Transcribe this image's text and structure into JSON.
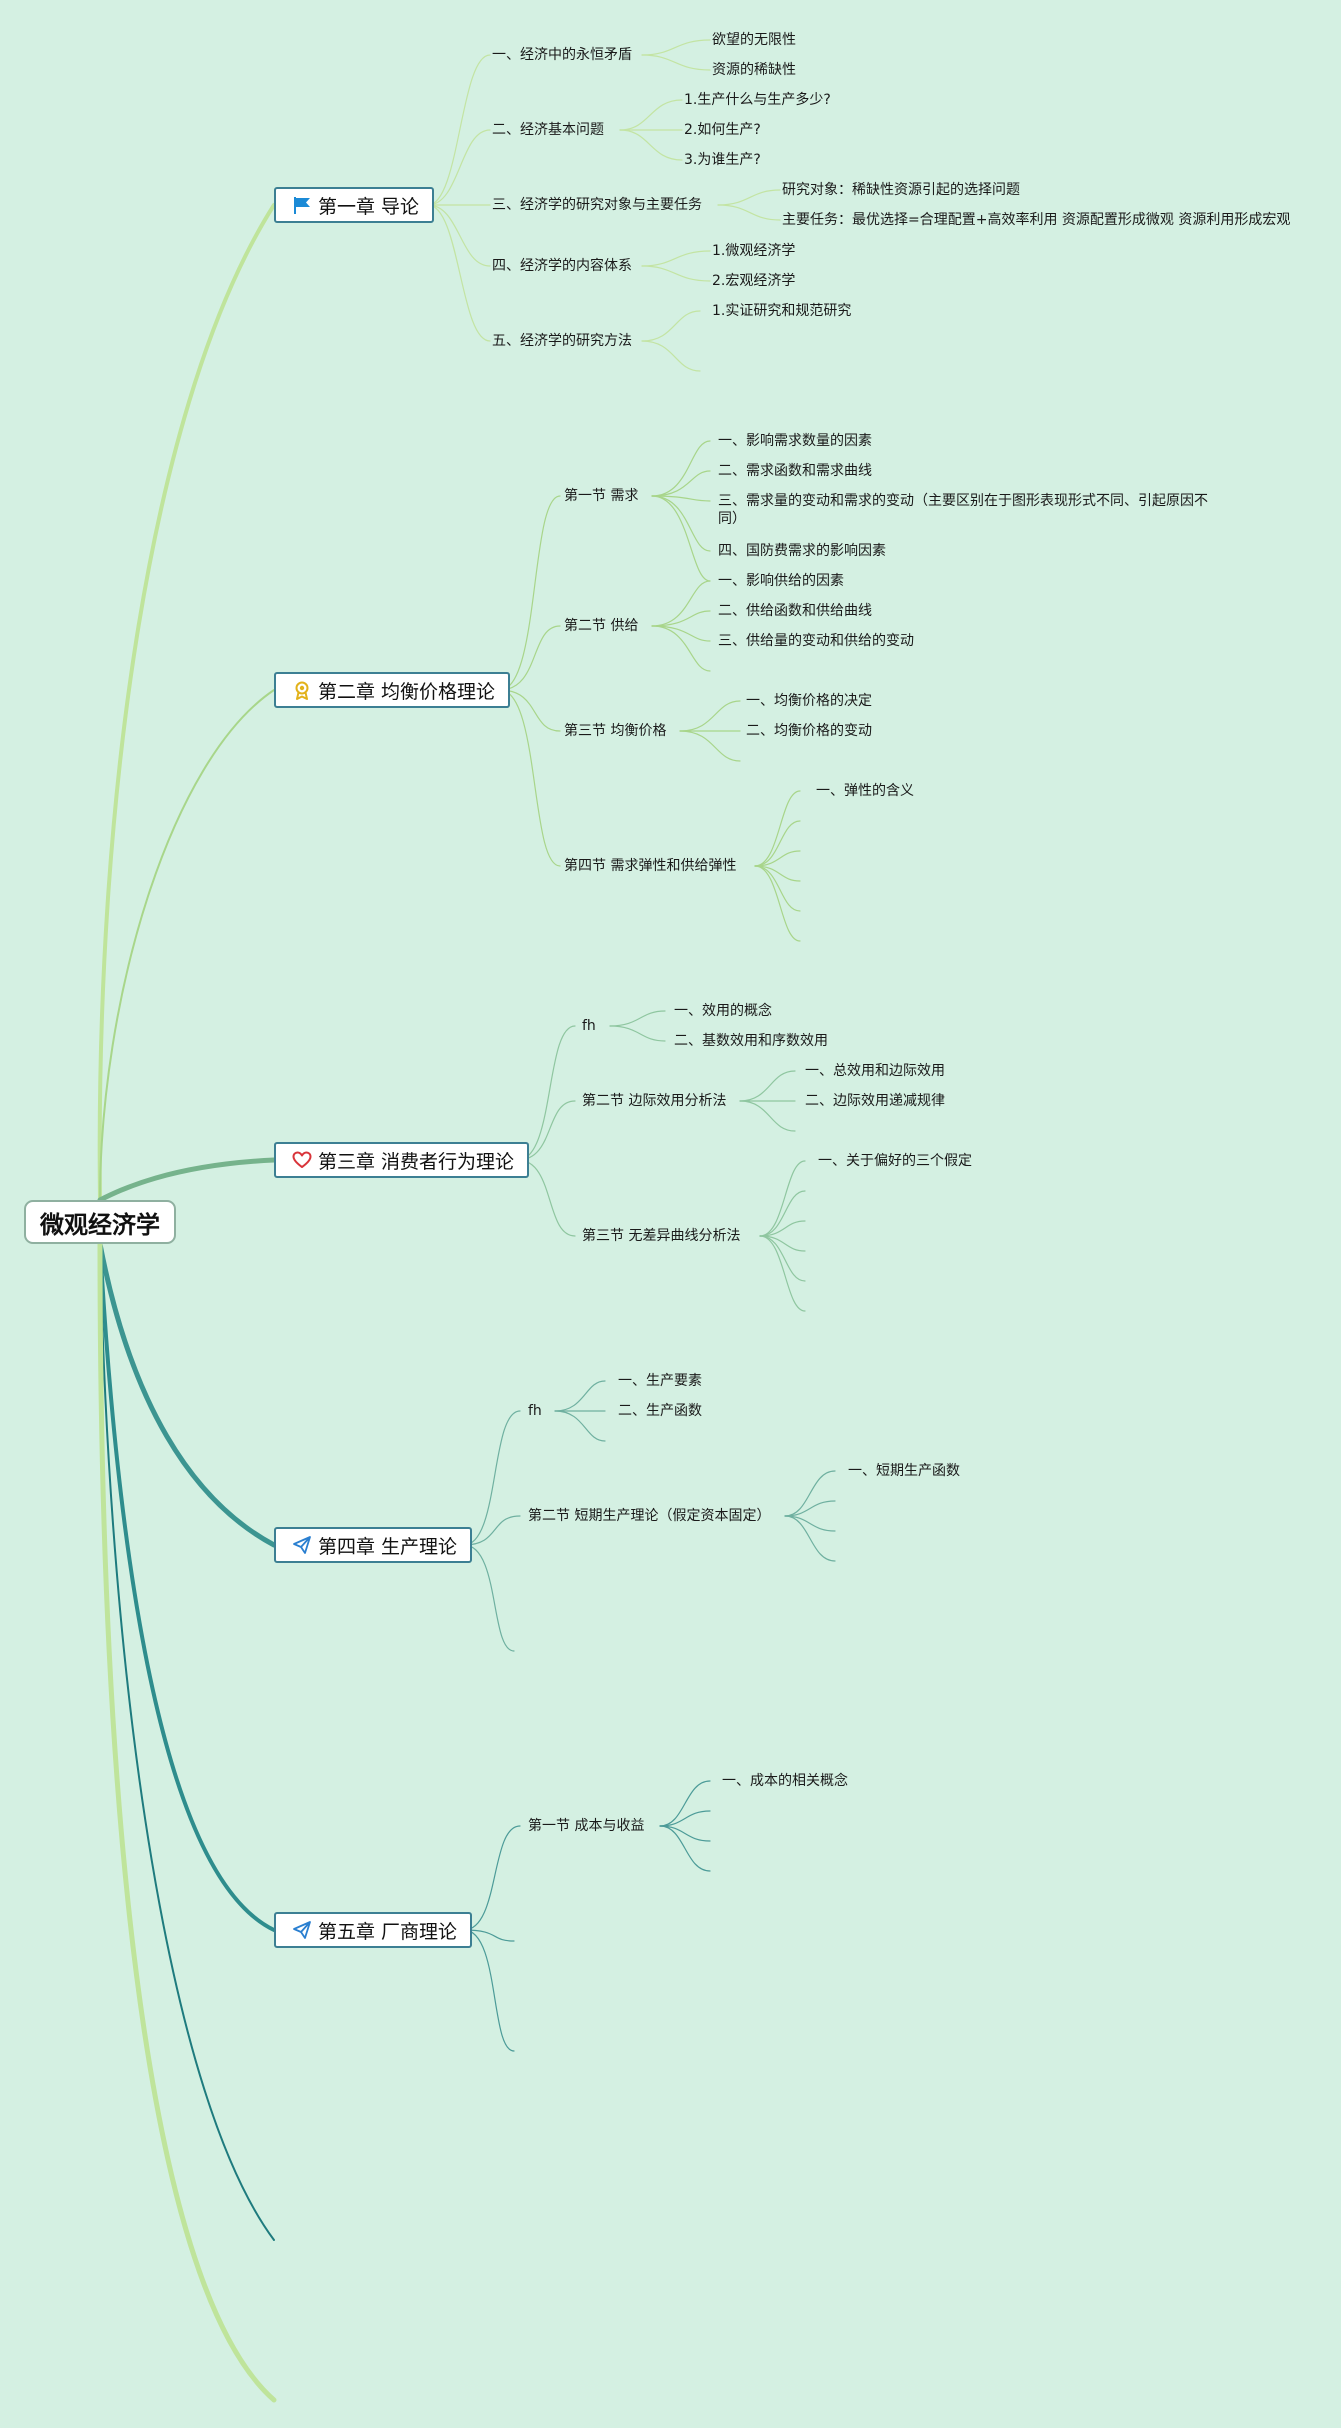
{
  "root": "微观经济学",
  "chapters": [
    {
      "label": "第一章 导论",
      "icon": "flag-icon"
    },
    {
      "label": "第二章 均衡价格理论",
      "icon": "award-icon"
    },
    {
      "label": "第三章 消费者行为理论",
      "icon": "heart-icon"
    },
    {
      "label": "第四章 生产理论",
      "icon": "paper-plane-icon"
    },
    {
      "label": "第五章 厂商理论",
      "icon": "paper-plane-icon"
    }
  ],
  "ch1": {
    "topics": [
      "一、经济中的永恒矛盾",
      "二、经济基本问题",
      "三、经济学的研究对象与主要任务",
      "四、经济学的内容体系",
      "五、经济学的研究方法"
    ],
    "t1": [
      "欲望的无限性",
      "资源的稀缺性"
    ],
    "t2": [
      "1.生产什么与生产多少?",
      "2.如何生产?",
      "3.为谁生产?"
    ],
    "t3": [
      "研究对象：稀缺性资源引起的选择问题",
      "主要任务：最优选择=合理配置+高效率利用 资源配置形成微观 资源利用形成宏观"
    ],
    "t4": [
      "1.微观经济学",
      "2.宏观经济学"
    ],
    "t5": [
      "1.实证研究和规范研究"
    ]
  },
  "ch2": {
    "sections": [
      "第一节 需求",
      "第二节 供给",
      "第三节 均衡价格",
      "第四节 需求弹性和供给弹性"
    ],
    "s1": [
      "一、影响需求数量的因素",
      "二、需求函数和需求曲线",
      "三、需求量的变动和需求的变动（主要区别在于图形表现形式不同、引起原因不同）",
      "四、国防费需求的影响因素"
    ],
    "s2": [
      "一、影响供给的因素",
      "二、供给函数和供给曲线",
      "三、供给量的变动和供给的变动"
    ],
    "s3": [
      "一、均衡价格的决定",
      "二、均衡价格的变动"
    ],
    "s4": [
      "一、弹性的含义"
    ]
  },
  "ch3": {
    "sections": [
      "fh",
      "第二节 边际效用分析法",
      "第三节 无差异曲线分析法"
    ],
    "s1": [
      "一、效用的概念",
      "二、基数效用和序数效用"
    ],
    "s2": [
      "一、总效用和边际效用",
      "二、边际效用递减规律"
    ],
    "s3": [
      "一、关于偏好的三个假定"
    ]
  },
  "ch4": {
    "sections": [
      "fh",
      "第二节 短期生产理论（假定资本固定）"
    ],
    "s1": [
      "一、生产要素",
      "二、生产函数"
    ],
    "s2": [
      "一、短期生产函数"
    ]
  },
  "ch5": {
    "sections": [
      "第一节 成本与收益"
    ],
    "s1": [
      "一、成本的相关概念"
    ]
  }
}
